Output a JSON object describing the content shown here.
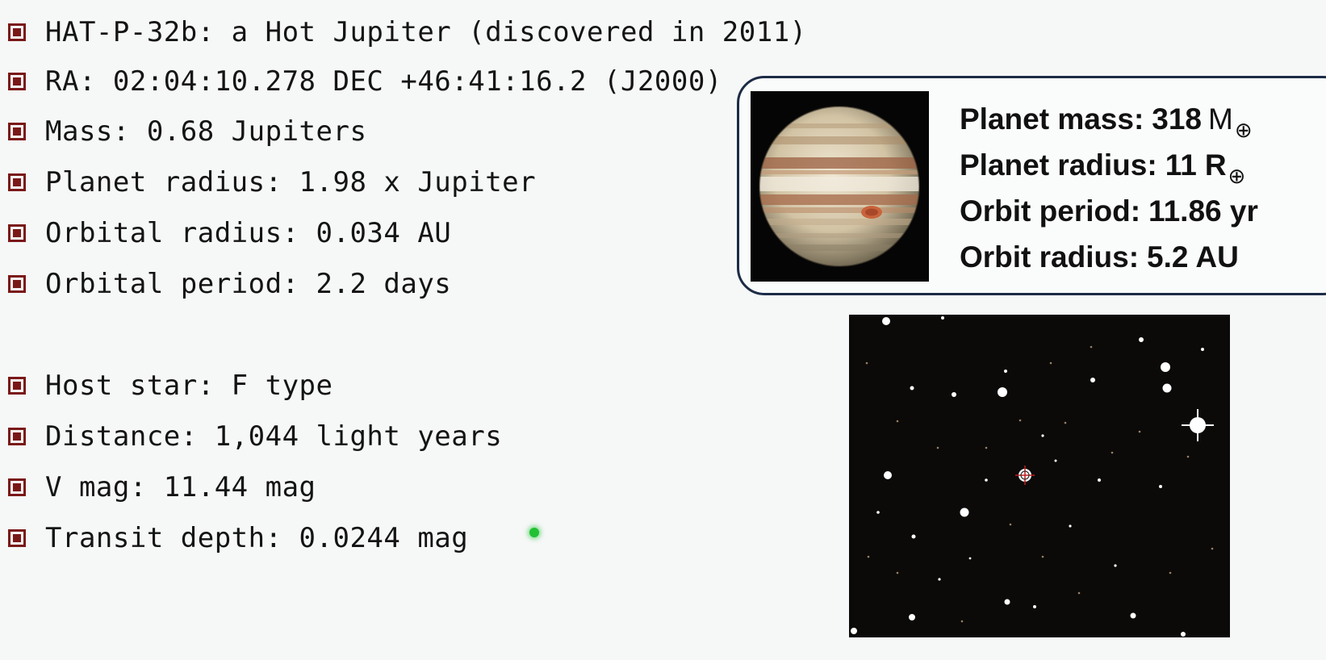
{
  "bullets": [
    {
      "text": "HAT-P-32b: a Hot Jupiter (discovered in 2011)"
    },
    {
      "text": "RA: 02:04:10.278 DEC +46:41:16.2 (J2000)"
    },
    {
      "text": "Mass: 0.68 Jupiters"
    },
    {
      "text": "Planet radius: 1.98 x Jupiter"
    },
    {
      "text": "Orbital radius: 0.034 AU"
    },
    {
      "text": "Orbital period: 2.2 days"
    },
    {
      "text": "Host star: F type"
    },
    {
      "text": "Distance: 1,044 light years"
    },
    {
      "text": "V mag: 11.44 mag"
    },
    {
      "text": "Transit depth: 0.0244 mag"
    }
  ],
  "jupiter_card": {
    "mass_label": "Planet mass:",
    "mass_value": "318",
    "mass_unit": "M",
    "radius_label": "Planet radius:",
    "radius_value": "11",
    "radius_unit": "R",
    "earth_symbol": "⊕",
    "period_label": "Orbit period:",
    "period_value": "11.86 yr",
    "orbit_label": "Orbit radius:",
    "orbit_value": "5.2 AU"
  },
  "colors": {
    "bullet": "#7a1818",
    "card_border": "#1c2c46",
    "cursor_dot": "#22c032"
  },
  "icons": {
    "bullet": "square-bullet-icon",
    "target": "crosshair-icon"
  }
}
